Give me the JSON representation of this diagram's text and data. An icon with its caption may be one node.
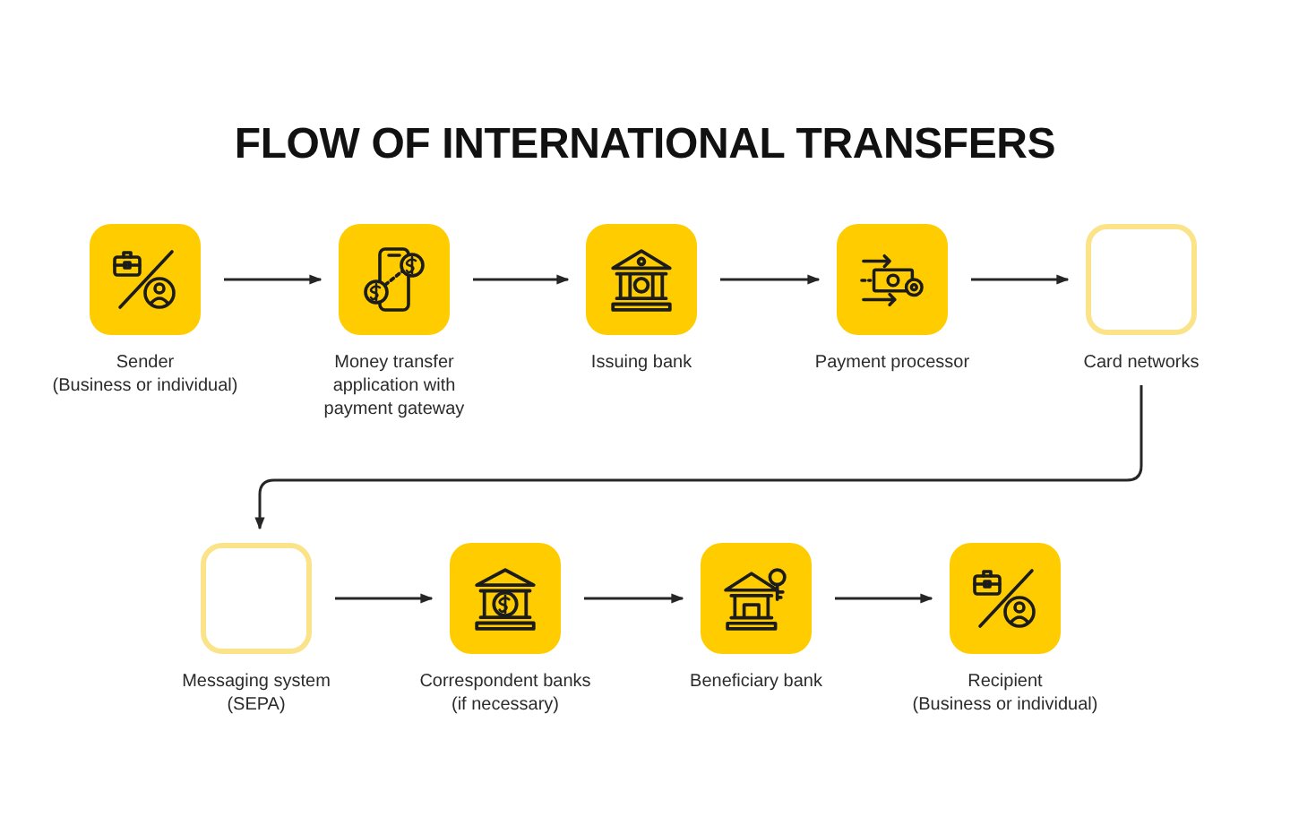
{
  "diagram": {
    "title": "FLOW OF INTERNATIONAL TRANSFERS",
    "nodes": [
      {
        "text": [
          "Sender",
          "(Business or individual)"
        ]
      },
      {
        "text": [
          "Money transfer application with payment gateway"
        ]
      },
      {
        "text": [
          "Issuing bank"
        ]
      },
      {
        "text": [
          "Payment processor"
        ]
      },
      {
        "text": [
          "Card networks"
        ]
      },
      {
        "text": [
          "Messaging system",
          "(SEPA)"
        ]
      },
      {
        "text": [
          "Correspondent banks (if necessary)"
        ]
      },
      {
        "text": [
          "Beneficiary bank"
        ]
      },
      {
        "text": [
          "Recipient",
          "(Business or individual)"
        ]
      }
    ],
    "edges": [
      {
        "from": 0,
        "to": 1,
        "arrow": "to"
      },
      {
        "from": 1,
        "to": 2,
        "arrow": "to"
      },
      {
        "from": 2,
        "to": 3,
        "arrow": "to"
      },
      {
        "from": 3,
        "to": 4,
        "arrow": "to"
      },
      {
        "from": 4,
        "to": 5,
        "arrow": "to"
      },
      {
        "from": 5,
        "to": 6,
        "arrow": "to"
      },
      {
        "from": 6,
        "to": 7,
        "arrow": "to"
      },
      {
        "from": 7,
        "to": 8,
        "arrow": "to"
      }
    ]
  }
}
